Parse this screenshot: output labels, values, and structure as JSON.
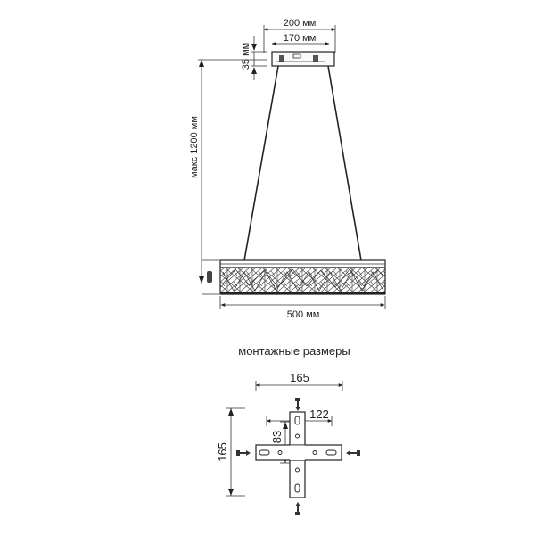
{
  "lamp": {
    "width_canopy": "200 мм",
    "width_canopy_mount": "170 мм",
    "height_canopy": "35 мм",
    "height_max": "макс 1200 мм",
    "width_ring": "500 мм"
  },
  "mounting": {
    "title": "монтажные размеры",
    "width_outer": "165",
    "width_inner": "122",
    "height_outer": "165",
    "height_inner": "83"
  }
}
